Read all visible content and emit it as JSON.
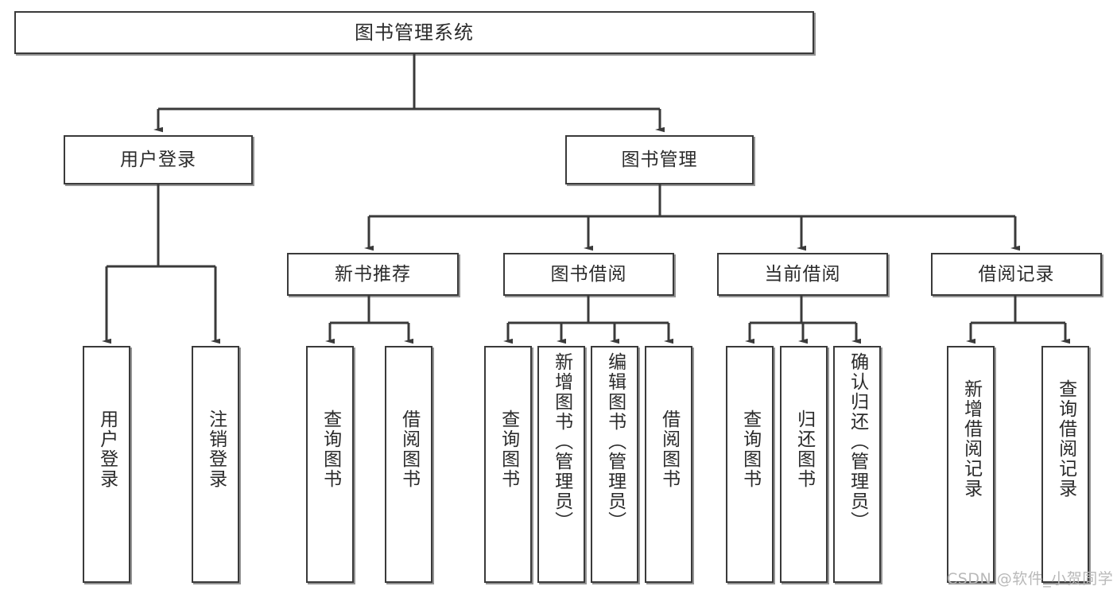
{
  "diagram": {
    "title": "图书管理系统",
    "type": "tree",
    "background": "#ffffff",
    "line_color": "#3a3a3a",
    "box_border_color": "#3a3a3a",
    "text_color": "#2b2b2b"
  },
  "root": {
    "label": "图书管理系统"
  },
  "level2": [
    {
      "label": "用户登录"
    },
    {
      "label": "图书管理"
    }
  ],
  "level3": [
    {
      "label": "新书推荐"
    },
    {
      "label": "图书借阅"
    },
    {
      "label": "当前借阅"
    },
    {
      "label": "借阅记录"
    }
  ],
  "leaves": {
    "user_login": [
      {
        "label": "用户登录"
      },
      {
        "label": "注销登录"
      }
    ],
    "new_book": [
      {
        "label": "查询图书"
      },
      {
        "label": "借阅图书"
      }
    ],
    "book_borrow": [
      {
        "label": "查询图书"
      },
      {
        "label": "新增图书（管理员）"
      },
      {
        "label": "编辑图书（管理员）"
      },
      {
        "label": "借阅图书"
      }
    ],
    "current_borrow": [
      {
        "label": "查询图书"
      },
      {
        "label": "归还图书"
      },
      {
        "label": "确认归还（管理员）"
      }
    ],
    "borrow_record": [
      {
        "label": "新增借阅记录"
      },
      {
        "label": "查询借阅记录"
      }
    ]
  },
  "watermark": {
    "text": "CSDN @软件_小贺同学"
  }
}
